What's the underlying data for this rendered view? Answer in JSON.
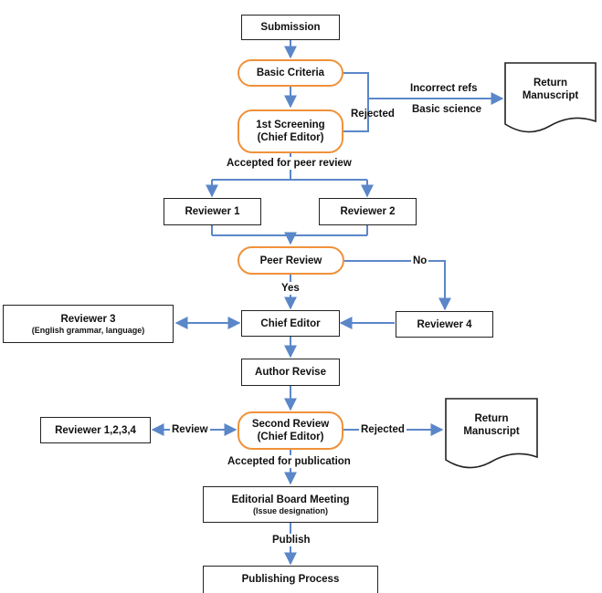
{
  "nodes": {
    "submission": "Submission",
    "basic_criteria": "Basic Criteria",
    "first_screening": [
      "1st Screening",
      "(Chief Editor)"
    ],
    "reviewer1": "Reviewer 1",
    "reviewer2": "Reviewer 2",
    "peer_review": "Peer Review",
    "reviewer3": [
      "Reviewer 3",
      "(English grammar, language)"
    ],
    "chief_editor": "Chief Editor",
    "reviewer4": "Reviewer 4",
    "author_revise": "Author Revise",
    "reviewer1234": "Reviewer 1,2,3,4",
    "second_review": [
      "Second Review",
      "(Chief Editor)"
    ],
    "editorial_board": [
      "Editorial Board Meeting",
      "(Issue designation)"
    ],
    "publishing_process": "Publishing Process",
    "return_manuscript_1": [
      "Return",
      "Manuscript"
    ],
    "return_manuscript_2": [
      "Return",
      "Manuscript"
    ]
  },
  "labels": {
    "incorrect_refs": "Incorrect refs",
    "basic_science": "Basic science",
    "rejected_1": "Rejected",
    "accepted_peer": "Accepted for peer review",
    "no": "No",
    "yes": "Yes",
    "review": "Review",
    "rejected_2": "Rejected",
    "accepted_pub": "Accepted for publication",
    "publish": "Publish"
  },
  "colors": {
    "arrow": "#5b87c9",
    "pill_border": "#f0913a",
    "box_border": "#222222"
  }
}
